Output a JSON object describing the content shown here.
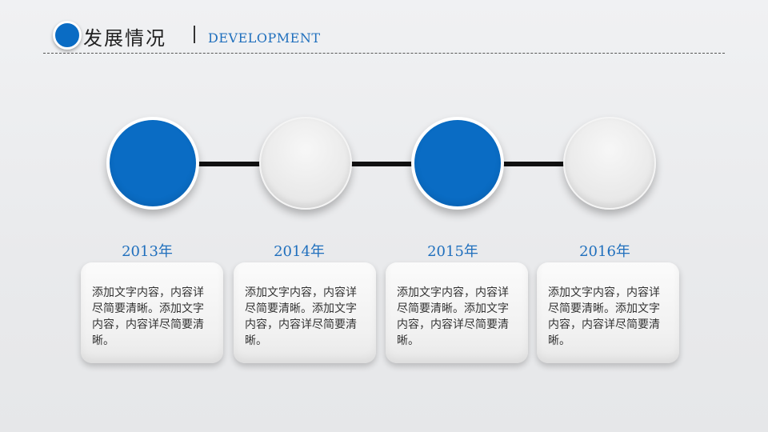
{
  "header": {
    "title": "发展情况",
    "subtitle": "DEVELOPMENT"
  },
  "timeline": [
    {
      "year": "2013年",
      "text": "添加文字内容，内容详尽简要清晰。添加文字内容，内容详尽简要清晰。",
      "style": "blue"
    },
    {
      "year": "2014年",
      "text": "添加文字内容，内容详尽简要清晰。添加文字内容，内容详尽简要清晰。",
      "style": "white"
    },
    {
      "year": "2015年",
      "text": "添加文字内容，内容详尽简要清晰。添加文字内容，内容详尽简要清晰。",
      "style": "blue"
    },
    {
      "year": "2016年",
      "text": "添加文字内容，内容详尽简要清晰。添加文字内容，内容详尽简要清晰。",
      "style": "white"
    }
  ],
  "colors": {
    "accent": "#0a6cc4",
    "year_text": "#1f6fbd"
  }
}
